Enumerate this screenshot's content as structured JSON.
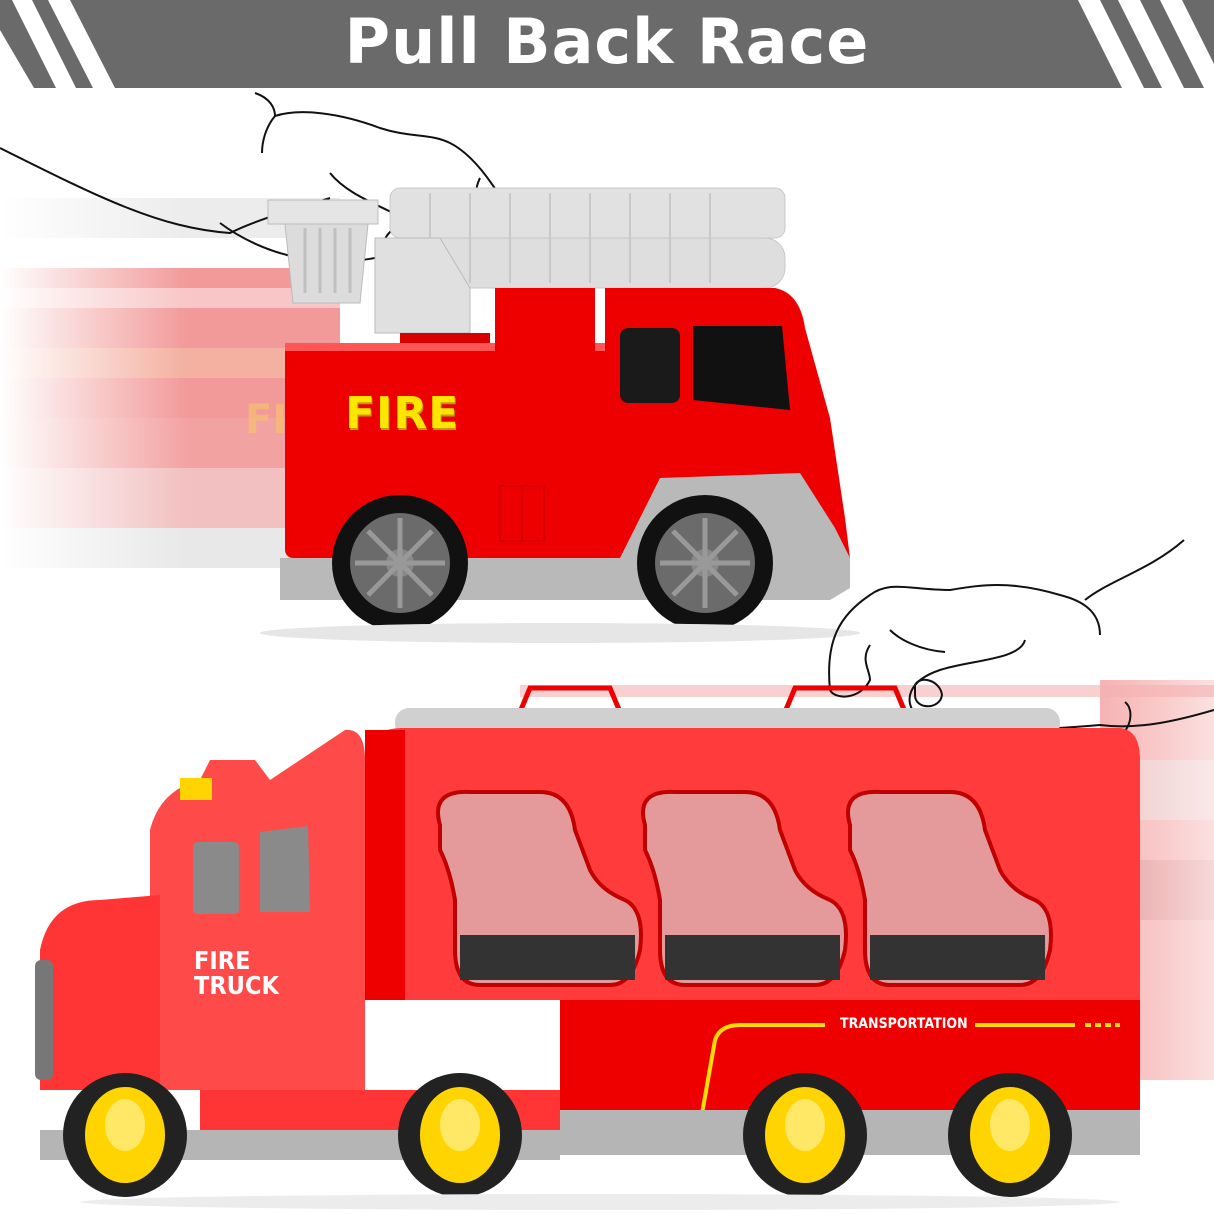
{
  "banner": {
    "title": "Pull Back Race",
    "background_color": "#6a6a6a",
    "text_color": "#ffffff",
    "stripe_color": "#ffffff"
  },
  "scene_top": {
    "vehicle": "ladder fire truck",
    "side_label": "FIRE",
    "label_color": "#ffe600",
    "body_color": "#ee0000",
    "trim_color": "#b9b9b9",
    "window_color": "#1a1a1a",
    "wheel_rim_color": "#6b6b6b",
    "motion_blur": "left",
    "hand_sketch": "pulling back ladder"
  },
  "scene_bottom": {
    "vehicle": "car carrier fire truck",
    "door_label_line1": "FIRE",
    "door_label_line2": "TRUCK",
    "trailer_label": "TRANSPORTATION",
    "stripe_color": "#ffdd00",
    "body_color": "#ff3333",
    "window_color": "#8a8a8a",
    "wheel_hub_color": "#ffd400",
    "motion_blur": "right",
    "hand_sketch": "pulling back trailer"
  },
  "colors": {
    "red": "#ee0000",
    "gray": "#6a6a6a",
    "light_gray": "#d8d8d8",
    "yellow": "#ffe600"
  }
}
